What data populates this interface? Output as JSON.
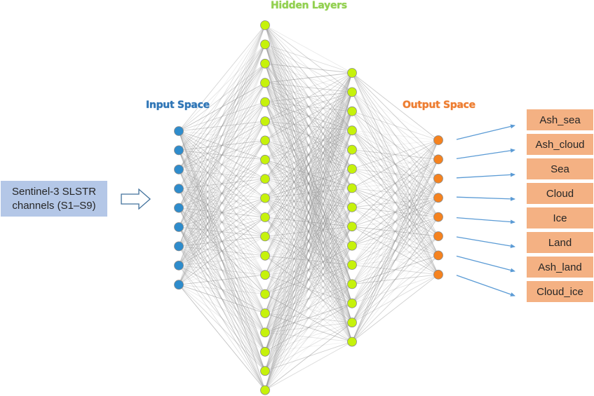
{
  "diagram": {
    "type": "neural-network",
    "input_source": {
      "line1": "Sentinel-3 SLSTR",
      "line2": "channels (S1–S9)",
      "icon": "right-arrow-icon"
    },
    "layers": {
      "input": {
        "title": "Input Space",
        "node_count": 9,
        "color": "#2e8ccc"
      },
      "hidden": {
        "title": "Hidden Layers",
        "layer_sizes": [
          20,
          15
        ],
        "color": "#c6f20b"
      },
      "output": {
        "title": "Output Space",
        "node_count": 8,
        "color": "#f5821f"
      }
    },
    "output_classes": [
      "Ash_sea",
      "Ash_cloud",
      "Sea",
      "Cloud",
      "Ice",
      "Land",
      "Ash_land",
      "Cloud_ice"
    ],
    "colors": {
      "input_box": "#b4c7e7",
      "class_box": "#f4b183",
      "edge": "#8c8c8c",
      "arrow": "#5b9bd5",
      "input_arrow_outline": "#41719c"
    }
  }
}
